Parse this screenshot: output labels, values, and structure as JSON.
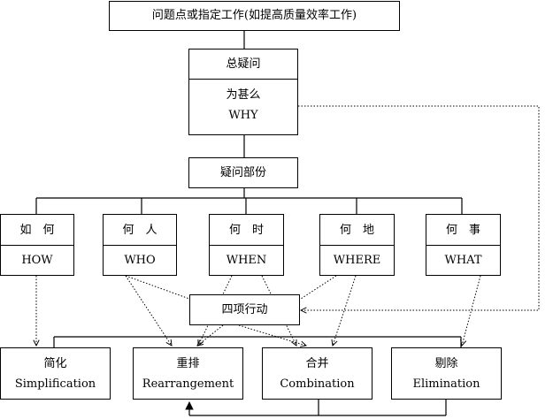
{
  "title_box": "问题点或指定工作(如提高质量效率工作)",
  "general_question": {
    "header": "总疑问",
    "why_cn": "为甚么",
    "why_en": "WHY"
  },
  "question_section": "疑问部份",
  "questions": [
    {
      "cn": "如　何",
      "en": "HOW"
    },
    {
      "cn": "何　人",
      "en": "WHO"
    },
    {
      "cn": "何　时",
      "en": "WHEN"
    },
    {
      "cn": "何　地",
      "en": "WHERE"
    },
    {
      "cn": "何　事",
      "en": "WHAT"
    }
  ],
  "actions_label": "四项行动",
  "actions": [
    {
      "cn": "简化",
      "en": "Simplification"
    },
    {
      "cn": "重排",
      "en": "Rearrangement"
    },
    {
      "cn": "合并",
      "en": "Combination"
    },
    {
      "cn": "剔除",
      "en": "Elimination"
    }
  ]
}
